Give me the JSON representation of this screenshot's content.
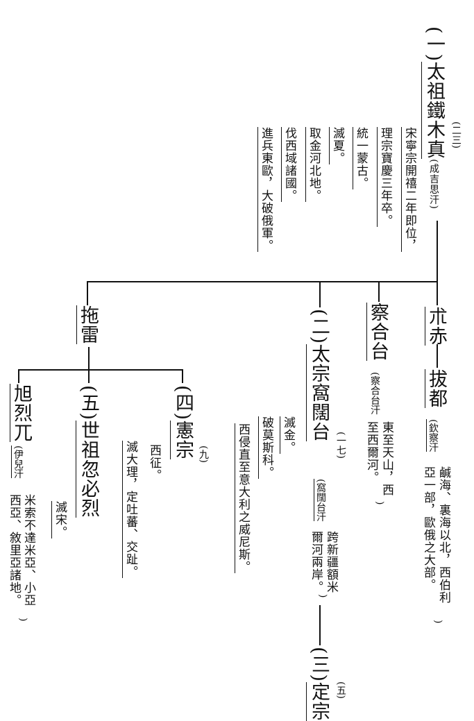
{
  "taizu": {
    "ordinal": "(一)",
    "temple": "太祖",
    "name": "鐵木真",
    "title": "(成吉思汗)",
    "reign": "(二三)",
    "notes": [
      "宋寧宗開禧二年即位，",
      "理宗寶慶三年卒。",
      "統一蒙古。",
      "滅夏。",
      "取金河北地。",
      "伐西域諸國。",
      "進兵東歐，大破俄軍。"
    ]
  },
  "jochi": {
    "name": "朮赤",
    "son": "拔都",
    "khanate": "(欽察汗",
    "notes": [
      "鹹海、裏海以北，西伯利",
      "亞一部，歐俄之大部。"
    ],
    "close": ")"
  },
  "chagatai": {
    "name": "察合台",
    "khanate": "(察合台汗",
    "notes": [
      "東至天山，西",
      "至西爾河。"
    ],
    "close": ")"
  },
  "ogedei": {
    "ordinal": "(二)",
    "temple": "太宗",
    "name": "窩闊台",
    "reign": "(一七)",
    "khanate": "(窩闊台汗",
    "notes": [
      "跨新疆額米",
      "爾河兩岸。"
    ],
    "close": ")",
    "deeds": [
      "滅金。",
      "破莫斯科。",
      "西侵直至意大利之威尼斯。"
    ],
    "successor": {
      "ordinal": "(三)",
      "temple": "定宗",
      "reign": "(五)"
    }
  },
  "tolui": {
    "name": "拖雷",
    "mongke": {
      "ordinal": "(四)",
      "temple": "憲宗",
      "reign": "(九)",
      "notes": [
        "西征。",
        "滅大理，定吐蕃、交趾。"
      ]
    },
    "kublai": {
      "ordinal": "(五)",
      "temple": "世祖",
      "name": "忽必烈",
      "notes": [
        "滅宋。"
      ]
    },
    "hulagu": {
      "name": "旭烈兀",
      "khanate": "(伊兒汗",
      "notes": [
        "米索不達米亞、小亞",
        "西亞、敘里亞諸地。"
      ],
      "close": ")"
    }
  }
}
